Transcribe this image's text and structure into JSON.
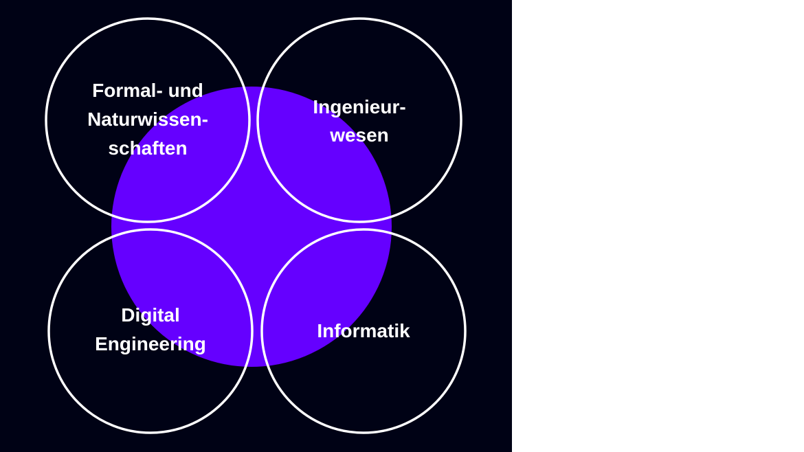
{
  "colors": {
    "background": "#000215",
    "center_blob": "#6500ff",
    "circle_stroke": "#ffffff",
    "text": "#ffffff",
    "page": "#ffffff"
  },
  "diagram": {
    "circles": [
      {
        "id": "formal",
        "lines": [
          "Formal- und",
          "Naturwissen-",
          "schaften"
        ]
      },
      {
        "id": "engineering",
        "lines": [
          "Ingenieur-",
          "wesen"
        ]
      },
      {
        "id": "digital",
        "lines": [
          "Digital",
          "Engineering"
        ]
      },
      {
        "id": "informatik",
        "lines": [
          "Informatik"
        ]
      }
    ]
  }
}
